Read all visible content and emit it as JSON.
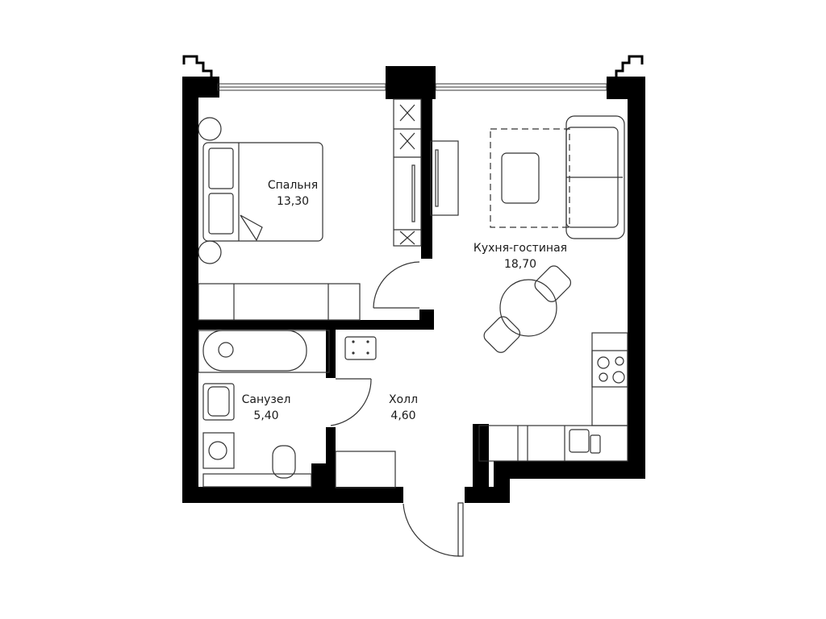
{
  "plan": {
    "type": "apartment-floor-plan",
    "colors": {
      "wall": "#000000",
      "line": "#333333",
      "background": "#ffffff"
    },
    "rooms": [
      {
        "id": "bedroom",
        "name": "Спальня",
        "area": "13,30"
      },
      {
        "id": "kitchen-living",
        "name": "Кухня-гостиная",
        "area": "18,70"
      },
      {
        "id": "bathroom",
        "name": "Санузел",
        "area": "5,40"
      },
      {
        "id": "hall",
        "name": "Холл",
        "area": "4,60"
      }
    ],
    "furniture": [
      "double-bed",
      "nightstand-left-top",
      "nightstand-left-bottom",
      "wardrobe-hangers",
      "built-in-closet",
      "tv-cabinet",
      "sofa",
      "coffee-table",
      "rug",
      "round-dining-table",
      "dining-chair-top",
      "dining-chair-bottom",
      "cooktop",
      "sink",
      "dishwasher",
      "fridge",
      "bathtub",
      "washbasin",
      "washing-machine",
      "toilet",
      "hall-wardrobe",
      "entrance-door"
    ]
  }
}
